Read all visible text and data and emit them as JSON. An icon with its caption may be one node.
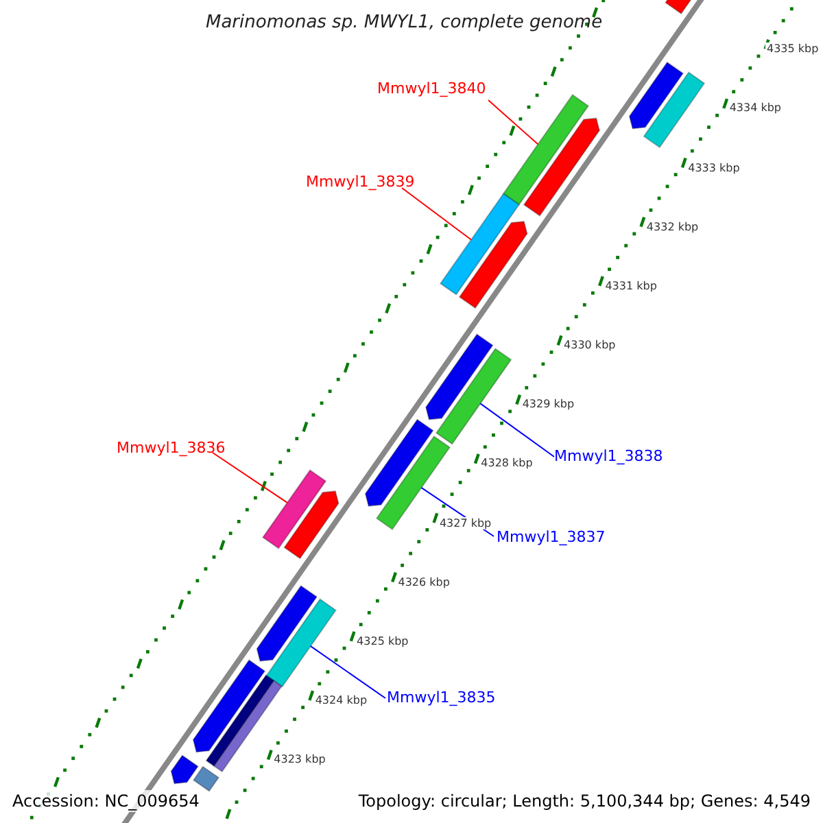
{
  "diagram": {
    "title": "Marinomonas sp. MWYL1, complete genome",
    "nodes": [
      {
        "text": [
          "Mmwyl1_3840"
        ]
      },
      {
        "text": [
          "Mmwyl1_3839"
        ]
      },
      {
        "text": [
          "Mmwyl1_3838"
        ]
      },
      {
        "text": [
          "Mmwyl1_3836"
        ]
      },
      {
        "text": [
          "Mmwyl1_3837"
        ]
      },
      {
        "text": [
          "Mmwyl1_3835"
        ]
      },
      {
        "text": [],
        "shape": "bar"
      },
      {
        "text": [],
        "shape": "bar"
      },
      {
        "text": [],
        "shape": "bar"
      },
      {
        "text": [],
        "shape": "bar"
      },
      {
        "text": [],
        "shape": "bar"
      },
      {
        "text": [],
        "shape": "bar"
      },
      {
        "text": [],
        "shape": "bar"
      },
      {
        "text": [],
        "shape": "bar"
      },
      {
        "text": [],
        "shape": "bar"
      },
      {
        "text": [],
        "shape": "bar"
      },
      {
        "text": [],
        "shape": "bar"
      },
      {
        "text": [],
        "shape": "bar"
      },
      {
        "text": [],
        "shape": "bar"
      },
      {
        "text": [],
        "shape": "bar"
      },
      {
        "text": [],
        "shape": "bar"
      },
      {
        "text": [],
        "shape": "bar"
      },
      {
        "text": [],
        "shape": "bar"
      },
      {
        "text": [],
        "shape": "bar"
      },
      {
        "text": [],
        "shape": "bar"
      },
      {
        "text": [],
        "shape": "bar"
      }
    ],
    "edges": [
      {
        "from": 0,
        "to": 6,
        "arrow": "none",
        "color": "#ff0000"
      },
      {
        "from": 1,
        "to": 7,
        "arrow": "none",
        "color": "#ff0000"
      },
      {
        "from": 2,
        "to": 8,
        "arrow": "none",
        "color": "#0000ff"
      },
      {
        "from": 3,
        "to": 9,
        "arrow": "none",
        "color": "#ff0000"
      },
      {
        "from": 4,
        "to": 10,
        "arrow": "none",
        "color": "#0000ff"
      },
      {
        "from": 5,
        "to": 11,
        "arrow": "none",
        "color": "#0000ff"
      }
    ],
    "labels": [
      "4335 kbp",
      "4334 kbp",
      "4333 kbp",
      "4332 kbp",
      "4331 kbp",
      "4330 kbp",
      "4329 kbp",
      "4328 kbp",
      "4327 kbp",
      "4326 kbp",
      "4325 kbp",
      "4324 kbp",
      "4323 kbp",
      "Accession: NC_009654",
      "Topology: circular; Length: 5,100,344 bp; Genes: 4,549"
    ]
  }
}
